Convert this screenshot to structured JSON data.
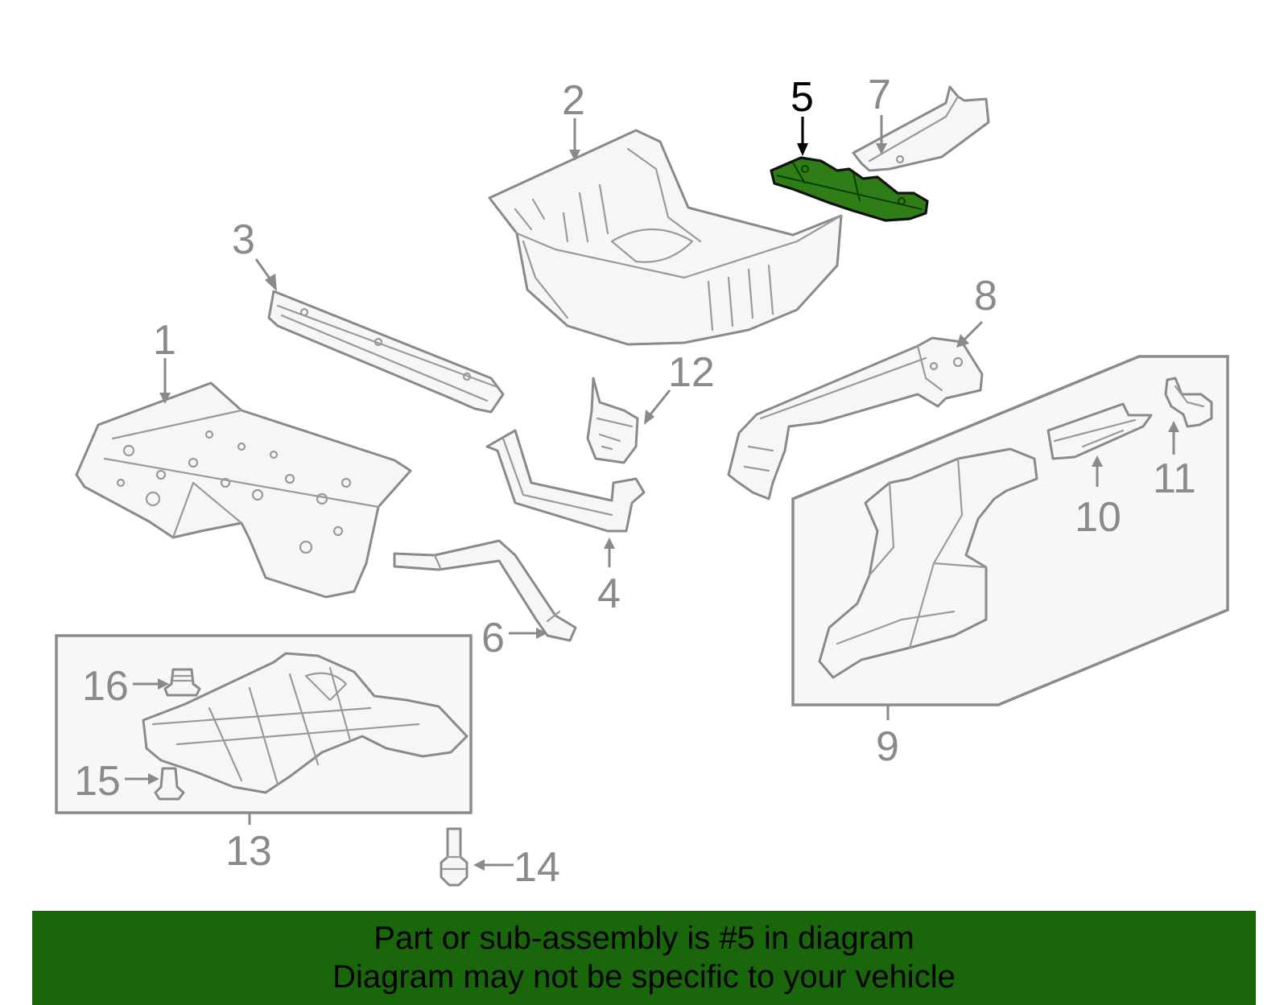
{
  "diagram": {
    "highlight_color": "#2e7d17",
    "callouts": {
      "c1": "1",
      "c2": "2",
      "c3": "3",
      "c4": "4",
      "c5": "5",
      "c6": "6",
      "c7": "7",
      "c8": "8",
      "c9": "9",
      "c10": "10",
      "c11": "11",
      "c12": "12",
      "c13": "13",
      "c14": "14",
      "c15": "15",
      "c16": "16"
    }
  },
  "banner": {
    "background": "#19670a",
    "line1": "Part or sub-assembly is #5 in diagram",
    "line2": "Diagram may not be specific to your vehicle"
  }
}
